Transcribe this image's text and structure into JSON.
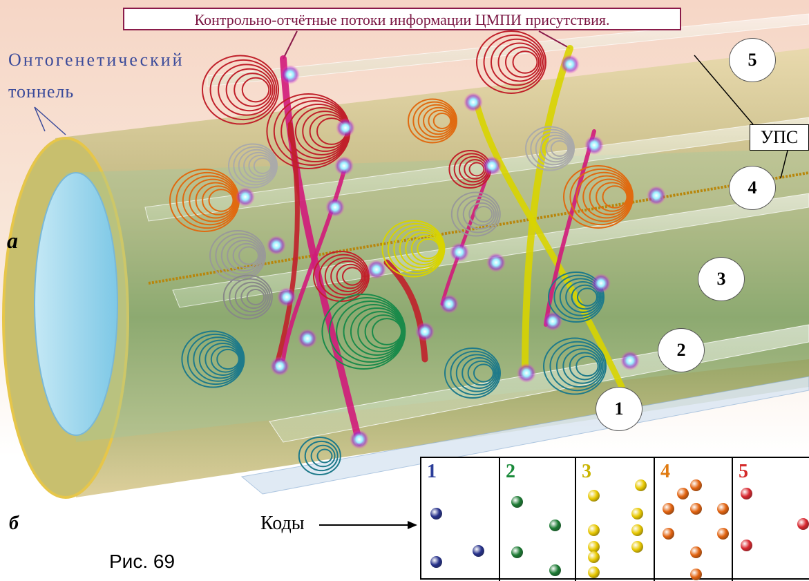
{
  "caption_top": "Контрольно-отчётные потоки информации ЦМПИ присутствия.",
  "tunnel_label_line1": "Онтогенетический",
  "tunnel_label_line2": "тоннель",
  "ups_label": "УПС",
  "side_a": "а",
  "side_b": "б",
  "codes_label": "Коды",
  "figure_label": "Рис. 69",
  "layer_numbers": [
    "1",
    "2",
    "3",
    "4",
    "5"
  ],
  "codes_table": [
    {
      "num": "1",
      "color": "#2b3d99",
      "dot_color": "#25308a",
      "dots": [
        [
          0.18,
          0.47
        ],
        [
          0.18,
          0.88
        ],
        [
          0.72,
          0.79
        ]
      ]
    },
    {
      "num": "2",
      "color": "#1a8a3a",
      "dot_color": "#1b7a32",
      "dots": [
        [
          0.22,
          0.37
        ],
        [
          0.72,
          0.57
        ],
        [
          0.22,
          0.8
        ],
        [
          0.72,
          0.95
        ]
      ]
    },
    {
      "num": "3",
      "color": "#c9b400",
      "dot_color": "#e8c800",
      "dots": [
        [
          0.22,
          0.32
        ],
        [
          0.82,
          0.23
        ],
        [
          0.22,
          0.61
        ],
        [
          0.77,
          0.47
        ],
        [
          0.22,
          0.75
        ],
        [
          0.77,
          0.61
        ],
        [
          0.22,
          0.84
        ],
        [
          0.77,
          0.75
        ],
        [
          0.22,
          0.97
        ]
      ]
    },
    {
      "num": "4",
      "color": "#e07a10",
      "dot_color": "#e2620e",
      "dots": [
        [
          0.52,
          0.23
        ],
        [
          0.17,
          0.43
        ],
        [
          0.52,
          0.43
        ],
        [
          0.87,
          0.43
        ],
        [
          0.35,
          0.3
        ],
        [
          0.17,
          0.64
        ],
        [
          0.52,
          0.8
        ],
        [
          0.87,
          0.64
        ],
        [
          0.52,
          0.99
        ]
      ]
    },
    {
      "num": "5",
      "color": "#d42b2b",
      "dot_color": "#d8262e",
      "dots": [
        [
          0.17,
          0.3
        ],
        [
          0.9,
          0.56
        ],
        [
          0.17,
          0.74
        ]
      ]
    }
  ],
  "colors": {
    "caption_border": "#8a1b4a",
    "tunnel_outer": "#d9d28a",
    "tunnel_inner": "#a8dcee",
    "plate": "#e2ecd8",
    "spiral_red": "#c0202a",
    "spiral_orange": "#e06a10",
    "spiral_yellow": "#d8d400",
    "spiral_teal": "#1e7a8a",
    "spiral_green": "#1a8a4a",
    "spiral_magenta": "#d01a7a"
  }
}
